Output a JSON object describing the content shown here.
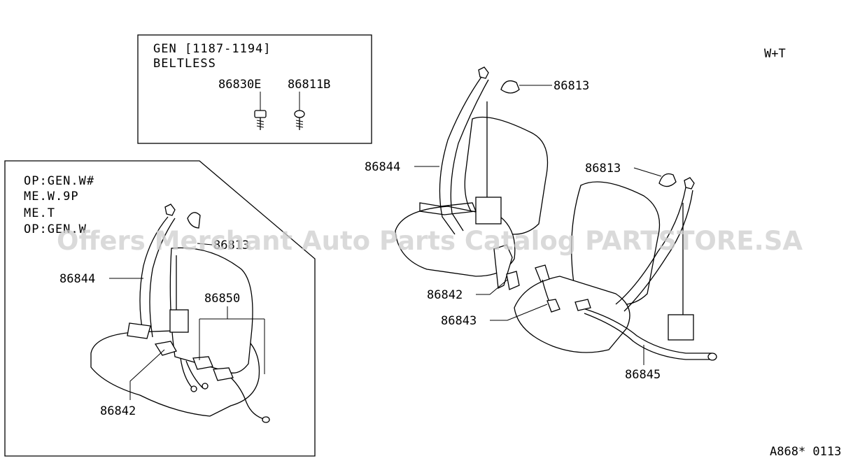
{
  "inset_gen": {
    "line1": "GEN  [1187-1194]",
    "line2": "BELTLESS",
    "part_a": "86830E",
    "part_b": "86811B"
  },
  "inset_op": {
    "line1": "OP:GEN.W#",
    "line2": "ME.W.9P",
    "line3": "ME.T",
    "line4": "OP:GEN.W"
  },
  "callouts": {
    "left_86844": "86844",
    "left_86850": "86850",
    "left_86842": "86842",
    "left_86813": "86813",
    "right_86813_top": "86813",
    "right_86844": "86844",
    "right_86813_mid": "86813",
    "right_86842": "86842",
    "right_86843": "86843",
    "right_86845": "86845"
  },
  "variant_code": "W+T",
  "figure_code": "A868* 0113",
  "watermark": "Offers Merchant Auto Parts Catalog PARTSTORE.SA"
}
